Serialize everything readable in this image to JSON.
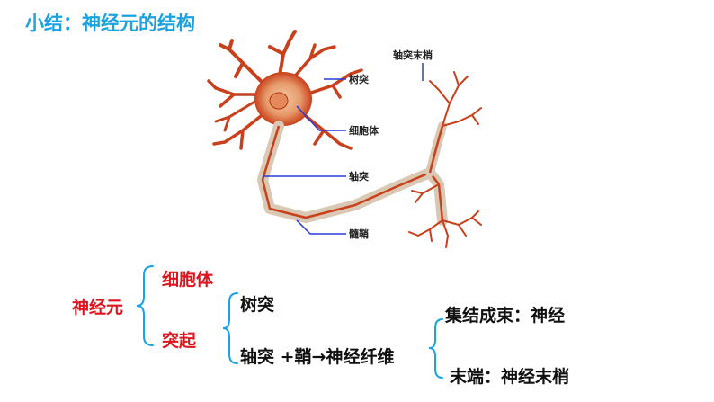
{
  "title": "小结：神经元的结构",
  "diagram": {
    "labels": {
      "dendrite": "树突",
      "cell_body": "细胞体",
      "axon": "轴突",
      "myelin_sheath": "髓鞘",
      "axon_terminal": "轴突末梢"
    }
  },
  "summary": {
    "root": "神经元",
    "cell_body": "细胞体",
    "process": "突起",
    "dendrite": "树突",
    "axon_line": "轴突 +鞘→神经纤维",
    "bundle": "集结成束：神经",
    "terminal": "末端：神经末梢"
  },
  "colors": {
    "title": "#1aa3e0",
    "highlight": "#e0141e",
    "brace": "#1aa3e0",
    "pointer": "#2a3bd6",
    "neuron": "#c9401c",
    "myelin": "#d9c8b4"
  }
}
